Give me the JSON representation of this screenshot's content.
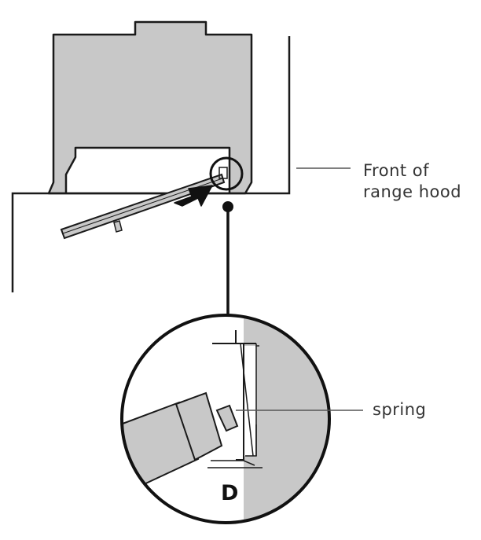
{
  "labels": {
    "front_line1": "Front of",
    "front_line2": "range hood",
    "spring": "spring",
    "detail": "D"
  },
  "colors": {
    "fill_gray": "#c8c8c8",
    "stroke": "#1a1a1a",
    "label_text": "#333333",
    "callout_line": "#555555"
  }
}
